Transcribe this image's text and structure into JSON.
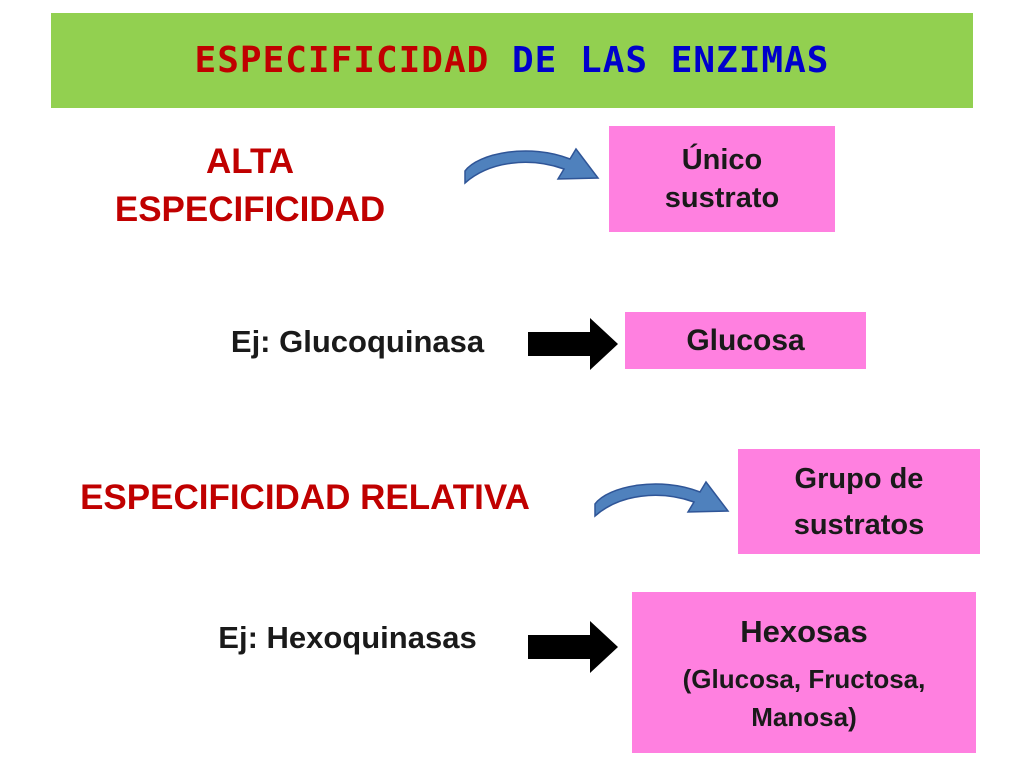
{
  "title": {
    "part1": "ESPECIFICIDAD",
    "part2": "DE LAS ENZIMAS"
  },
  "colors": {
    "title_bg": "#92d050",
    "title_red": "#c00000",
    "title_blue": "#0000cc",
    "box_bg": "#ff80e0",
    "curved_arrow": "#4f81bd",
    "straight_arrow": "#000000"
  },
  "rows": {
    "alta": {
      "line1": "ALTA",
      "line2": "ESPECIFICIDAD",
      "box_line1": "Único",
      "box_line2": "sustrato"
    },
    "glucoquinasa": {
      "label": "Ej: Glucoquinasa",
      "box": "Glucosa"
    },
    "relativa": {
      "label": "ESPECIFICIDAD RELATIVA",
      "box_line1": "Grupo de",
      "box_line2": "sustratos"
    },
    "hexoquinasas": {
      "label": "Ej: Hexoquinasas",
      "box_title": "Hexosas",
      "box_line1": "(Glucosa, Fructosa,",
      "box_line2": "Manosa)"
    }
  },
  "icons": {
    "curved": "curved-arrow-icon",
    "straight": "right-arrow-icon"
  }
}
